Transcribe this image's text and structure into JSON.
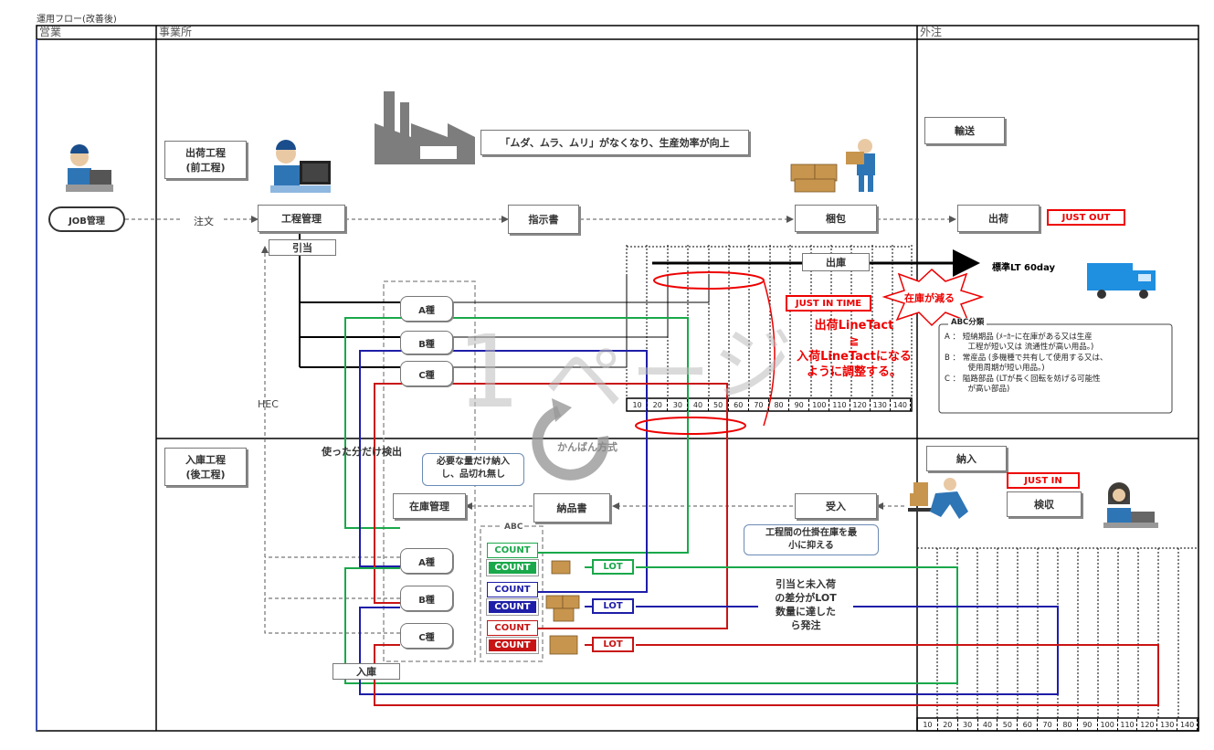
{
  "page_title": "運用フロー(改善後)",
  "lanes": {
    "sales": "営業",
    "office": "事業所",
    "outsource": "外注"
  },
  "sales": {
    "job": "JOB管理"
  },
  "ship_proc": {
    "title": "出荷工程\n(前工程)"
  },
  "recv_proc": {
    "title": "入庫工程\n(後工程)"
  },
  "flow": {
    "order": "注文",
    "process_mgmt": "工程管理",
    "instruction": "指示書",
    "packing": "梱包",
    "shipping": "出荷",
    "just_out": "JUST OUT",
    "transport": "輸送",
    "allocate": "引当",
    "issue": "出庫",
    "std_lt": "標準LT 60day",
    "just_in_time": "JUST IN TIME",
    "stock_down": "在庫が減る",
    "hec": "HEC",
    "used_only": "使った分だけ検出",
    "stock_mgmt": "在庫管理",
    "delivery_note": "納品書",
    "receive": "受入",
    "inspection": "検収",
    "just_in": "JUST IN",
    "supply": "納入",
    "storage": "入庫",
    "kanban": "かんばん方式",
    "watermark": "1ページ"
  },
  "banner": "「ムダ、ムラ、ムリ」がなくなり、生産効率が向上",
  "red_message": [
    "出荷LineTact",
    "≧",
    "入荷LineTactになる",
    "ように調整する。"
  ],
  "callouts": {
    "needed": "必要な量だけ納入\nし、品切れ無し",
    "wip": "工程間の仕掛在庫を最\n小に抑える",
    "order_rule": "引当と未入荷\nの差分がLOT\n数量に達した\nら発注"
  },
  "types_top": [
    "A種",
    "B種",
    "C種"
  ],
  "types_bottom": [
    "A種",
    "B種",
    "C種"
  ],
  "abc_label": "ABC",
  "counts": [
    "COUNT",
    "COUNT",
    "COUNT",
    "COUNT",
    "COUNT",
    "COUNT"
  ],
  "lot_label": "LOT",
  "abc_legend": {
    "title": "ABC分類",
    "lines": [
      "A ： 短納期品 (ﾒｰｶｰに在庫がある又は生産",
      "　　　工程が短い又は 流通性が高い用品。)",
      "B ： 常産品 (多機種で共有して使用する又は、",
      "　　　使用周期が短い用品。)",
      "C ： 隘路部品 (LTが長く回転を妨げる可能性",
      "　　　が高い部品)"
    ]
  },
  "scale_ticks": [
    "10",
    "20",
    "30",
    "40",
    "50",
    "60",
    "70",
    "80",
    "90",
    "100",
    "110",
    "120",
    "130",
    "140"
  ],
  "colors": {
    "green": "#1aa84a",
    "blue": "#1e1ea8",
    "red": "#c81414",
    "alert": "#e00000"
  }
}
